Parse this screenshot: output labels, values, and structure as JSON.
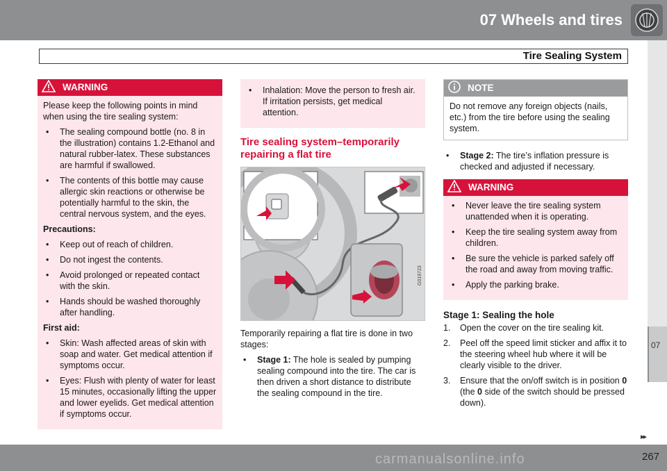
{
  "header": {
    "chapter_title": "07 Wheels and tires",
    "section_title": "Tire Sealing System",
    "chapter_icon": "tire-icon"
  },
  "sidebar": {
    "tab_label": "07"
  },
  "footer": {
    "page_number": "267",
    "next_arrows": "▸▸",
    "watermark": "carmanualsonline.info"
  },
  "colors": {
    "warning_red": "#d7123a",
    "warning_bg": "#fde6ec",
    "note_gray": "#9a9b9d",
    "header_gray": "#8e8f91"
  },
  "warning1": {
    "title": "WARNING",
    "intro": "Please keep the following points in mind when using the tire sealing system:",
    "items": [
      "The sealing compound bottle (no. 8 in the illustration) contains 1.2-Ethanol and natural rubber-latex. These substances are harmful if swallowed.",
      "The contents of this bottle may cause allergic skin reactions or otherwise be potentially harmful to the skin, the central nervous system, and the eyes."
    ],
    "precautions_heading": "Precautions:",
    "precautions": [
      "Keep out of reach of children.",
      "Do not ingest the contents.",
      "Avoid prolonged or repeated contact with the skin.",
      "Hands should be washed thoroughly after handling."
    ],
    "first_aid_heading": "First aid:",
    "first_aid": [
      "Skin: Wash affected areas of skin with soap and water. Get medical attention if symptoms occur.",
      "Eyes: Flush with plenty of water for least 15 minutes, occasionally lifting the upper and lower eyelids. Get medical attention if symptoms occur."
    ]
  },
  "warning1_cont": {
    "items": [
      "Inhalation: Move the person to fresh air. If irritation persists, get medical attention."
    ]
  },
  "section": {
    "heading": "Tire sealing system–temporarily repairing a flat tire",
    "figure_code": "G019723",
    "intro": "Temporarily repairing a flat tire is done in two stages:",
    "stage1_label": "Stage 1:",
    "stage1_text": " The hole is sealed by pumping sealing compound into the tire. The car is then driven a short distance to distribute the sealing compound in the tire."
  },
  "note": {
    "title": "NOTE",
    "text": "Do not remove any foreign objects (nails, etc.) from the tire before using the sealing system."
  },
  "stage2": {
    "label": "Stage 2:",
    "text": " The tire’s inflation pressure is checked and adjusted if necessary."
  },
  "warning2": {
    "title": "WARNING",
    "items": [
      "Never leave the tire sealing system unattended when it is operating.",
      "Keep the tire sealing system away from children.",
      "Be sure the vehicle is parked safely off the road and away from moving traffic.",
      "Apply the parking brake."
    ]
  },
  "stage1_steps": {
    "heading": "Stage 1: Sealing the hole",
    "steps": [
      {
        "num": "1.",
        "text": "Open the cover on the tire sealing kit."
      },
      {
        "num": "2.",
        "text": "Peel off the speed limit sticker and affix it to the steering wheel hub where it will be clearly visible to the driver."
      },
      {
        "num": "3.",
        "pre": "Ensure that the on/off switch is in position ",
        "b1": "0",
        "mid": " (the ",
        "b2": "0",
        "post": " side of the switch should be pressed down)."
      }
    ]
  }
}
